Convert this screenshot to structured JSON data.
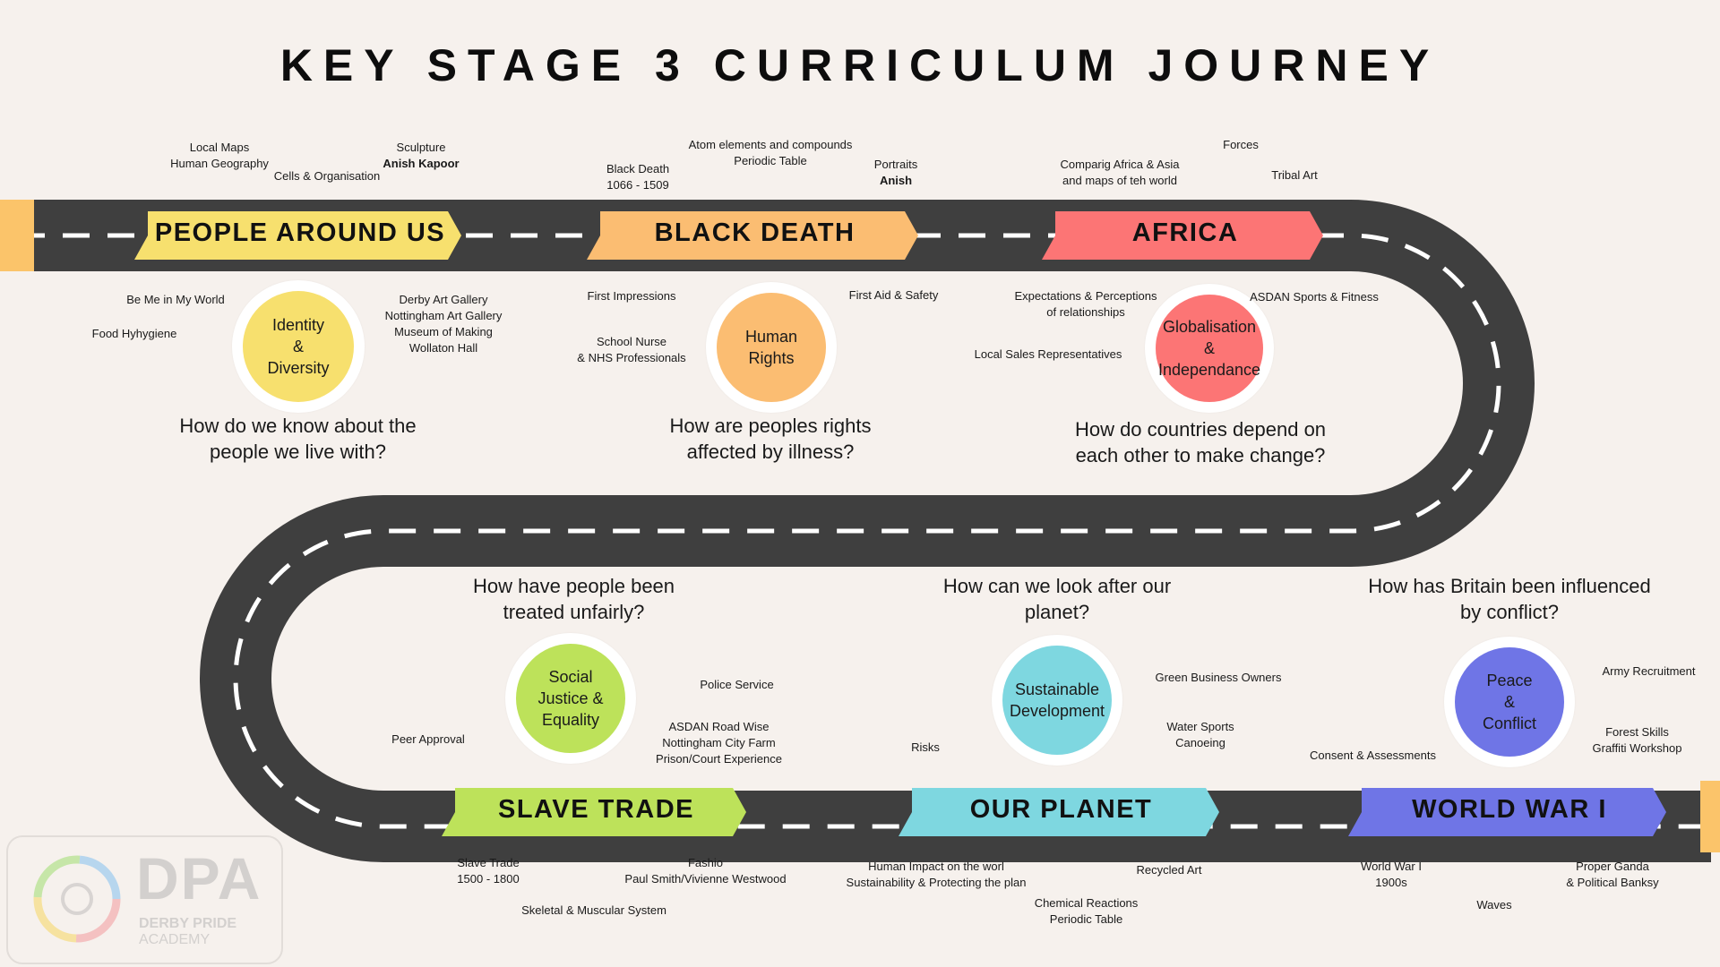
{
  "title": "KEY STAGE 3 CURRICULUM JOURNEY",
  "colors": {
    "road": "#3f3f3f",
    "yellow": "#f7e06e",
    "orange": "#fbbd72",
    "coral": "#fc7575",
    "green": "#bde25a",
    "cyan": "#7ed7e0",
    "purple": "#6f75e6",
    "end_cap": "#fbc46a"
  },
  "banners": {
    "people": "PEOPLE AROUND US",
    "black_death": "BLACK DEATH",
    "africa": "AFRICA",
    "slave_trade": "SLAVE TRADE",
    "our_planet": "OUR PLANET",
    "wwi": "WORLD WAR I"
  },
  "circles": {
    "identity": "Identity & Diversity",
    "rights": "Human Rights",
    "global": "Globalisation & Independance",
    "social": "Social Justice & Equality",
    "sustain": "Sustainable Development",
    "peace": "Peace & Conflict"
  },
  "questions": {
    "q1": "How do we know about the people we live with?",
    "q2": "How are peoples rights affected by illness?",
    "q3": "How do countries depend on each other to make change?",
    "q4": "How have people been treated unfairly?",
    "q5": "How can we look after our planet?",
    "q6": "How has Britain been influenced by conflict?"
  },
  "labels": {
    "local_maps": "Local Maps",
    "human_geo": "Human Geography",
    "cells": "Cells & Organisation",
    "sculpture": "Sculpture",
    "anish_kapoor": "Anish Kapoor",
    "black_death_l": "Black Death",
    "bd_years": "1066 - 1509",
    "atom": "Atom elements and compounds",
    "periodic": "Periodic Table",
    "portraits": "Portraits",
    "anish": "Anish",
    "comparig": "Comparig Africa & Asia",
    "maps_world": "and maps of teh world",
    "forces": "Forces",
    "tribal": "Tribal Art",
    "be_me": "Be Me in My World",
    "food": "Food Hyhygiene",
    "derby_art": "Derby Art Gallery",
    "nott_art": "Nottingham Art Gallery",
    "museum": "Museum of Making",
    "wollaton": "Wollaton Hall",
    "first_imp": "First Impressions",
    "nurse": "School Nurse",
    "nhs": "& NHS Professionals",
    "first_aid": "First Aid & Safety",
    "expect": "Expectations & Perceptions",
    "of_rel": "of relationships",
    "sales": "Local Sales Representatives",
    "asdan_sports": "ASDAN Sports & Fitness",
    "police": "Police Service",
    "asdan_road": "ASDAN Road Wise",
    "city_farm": "Nottingham City Farm",
    "prison": "Prison/Court Experience",
    "peer": "Peer Approval",
    "green_biz": "Green Business Owners",
    "water": "Water Sports",
    "canoe": "Canoeing",
    "risks": "Risks",
    "army": "Army Recruitment",
    "forest": "Forest Skills",
    "graffiti": "Graffiti Workshop",
    "consent": "Consent & Assessments",
    "slave_l": "Slave Trade",
    "slave_years": "1500 - 1800",
    "fashio": "Fashio",
    "paul": "Paul Smith/Vivienne Westwood",
    "skeletal": "Skeletal & Muscular System",
    "impact": "Human Impact on the worl",
    "sustain_plan": "Sustainability & Protecting the plan",
    "chem": "Chemical Reactions",
    "periodic2": "Periodic Table",
    "recycled": "Recycled Art",
    "wwi_l": "World War I",
    "wwi_years": "1900s",
    "waves": "Waves",
    "proper": "Proper Ganda",
    "banksy": "& Political Banksy"
  },
  "logo": {
    "text": "DPA",
    "line1": "DERBY PRIDE",
    "line2": "ACADEMY"
  }
}
